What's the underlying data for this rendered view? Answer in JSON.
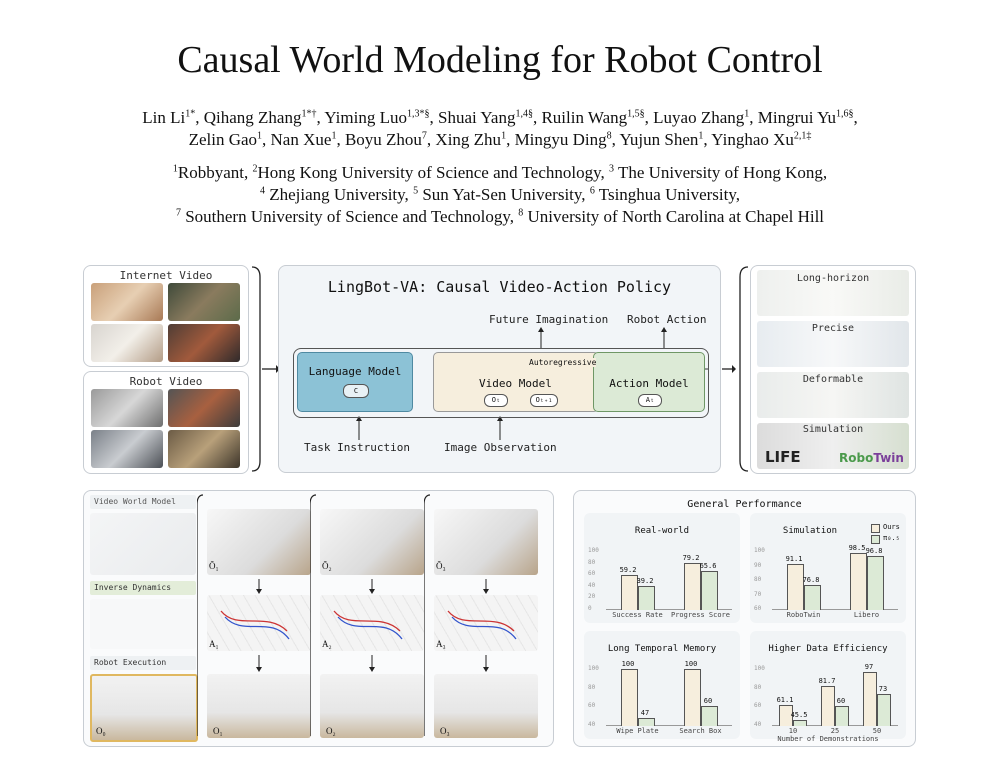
{
  "title": "Causal World Modeling for Robot Control",
  "authors": {
    "line1": [
      {
        "name": "Lin Li",
        "sup": "1*"
      },
      {
        "name": "Qihang Zhang",
        "sup": "1*†"
      },
      {
        "name": "Yiming Luo",
        "sup": "1,3*§"
      },
      {
        "name": "Shuai Yang",
        "sup": "1,4§"
      },
      {
        "name": "Ruilin Wang",
        "sup": "1,5§"
      },
      {
        "name": "Luyao Zhang",
        "sup": "1"
      },
      {
        "name": "Mingrui Yu",
        "sup": "1,6§"
      }
    ],
    "line2": [
      {
        "name": "Zelin Gao",
        "sup": "1"
      },
      {
        "name": "Nan Xue",
        "sup": "1"
      },
      {
        "name": "Boyu Zhou",
        "sup": "7"
      },
      {
        "name": "Xing Zhu",
        "sup": "1"
      },
      {
        "name": "Mingyu Ding",
        "sup": "8"
      },
      {
        "name": "Yujun Shen",
        "sup": "1"
      },
      {
        "name": "Yinghao Xu",
        "sup": "2,1‡"
      }
    ]
  },
  "affiliations": {
    "line1": [
      {
        "sup": "1",
        "name": "Robbyant, "
      },
      {
        "sup": "2",
        "name": "Hong Kong University of Science and Technology, "
      },
      {
        "sup": "3",
        "name": " The University of Hong Kong,"
      }
    ],
    "line2": [
      {
        "sup": "4",
        "name": " Zhejiang University, "
      },
      {
        "sup": "5",
        "name": " Sun Yat-Sen University, "
      },
      {
        "sup": "6",
        "name": " Tsinghua University,"
      }
    ],
    "line3": [
      {
        "sup": "7",
        "name": " Southern University of Science and Technology, "
      },
      {
        "sup": "8",
        "name": " University of North Carolina at Chapel Hill"
      }
    ]
  },
  "figure": {
    "internet_video": "Internet Video",
    "robot_video": "Robot Video",
    "policy_title": "LingBot-VA: Causal Video-Action Policy",
    "future_imagination": "Future Imagination",
    "robot_action": "Robot Action",
    "autoregressive": "Autoregressive",
    "language_model": "Language Model",
    "video_model": "Video Model",
    "action_model": "Action Model",
    "token_c": "C",
    "token_o": "Oₜ",
    "token_o_next": "Oₜ₊₁",
    "token_a": "Aₜ",
    "task_instruction": "Task Instruction",
    "image_observation": "Image Observation",
    "long_horizon": "Long-horizon",
    "precise": "Precise",
    "deformable": "Deformable",
    "simulation": "Simulation",
    "libero_logo": "LIFE",
    "robotwin_logo": [
      "Robo",
      "Twin"
    ],
    "video_world_model": "Video World Model",
    "inverse_dynamics": "Inverse Dynamics",
    "robot_execution": "Robot Execution",
    "frame_labels": [
      "Õ₁",
      "Õ₂",
      "Õ₃"
    ],
    "action_labels": [
      "A₁",
      "A₂",
      "A₃"
    ],
    "obs_labels": [
      "O₀",
      "O₁",
      "O₂",
      "O₃"
    ]
  },
  "performance": {
    "title": "General Performance",
    "legend": {
      "ours": "Ours",
      "pi": "π₀.₅"
    },
    "colors": {
      "ours": "#f6eedd",
      "pi": "#dcead6",
      "border": "#555555"
    }
  },
  "chart_data": [
    {
      "type": "bar",
      "title": "Real-world",
      "categories": [
        "Success Rate",
        "Progress Score"
      ],
      "series": [
        {
          "name": "Ours",
          "values": [
            59.2,
            79.2
          ]
        },
        {
          "name": "π₀.₅",
          "values": [
            39.2,
            65.6
          ]
        }
      ],
      "ylim": [
        0,
        100
      ],
      "yticks": [
        0,
        20,
        40,
        60,
        80,
        100
      ]
    },
    {
      "type": "bar",
      "title": "Simulation",
      "categories": [
        "RoboTwin",
        "Libero"
      ],
      "series": [
        {
          "name": "Ours",
          "values": [
            91.1,
            98.5
          ]
        },
        {
          "name": "π₀.₅",
          "values": [
            76.8,
            96.8
          ]
        }
      ],
      "ylim": [
        60,
        100
      ],
      "yticks": [
        60,
        70,
        80,
        90,
        100
      ]
    },
    {
      "type": "bar",
      "title": "Long Temporal Memory",
      "categories": [
        "Wipe Plate",
        "Search Box"
      ],
      "series": [
        {
          "name": "Ours",
          "values": [
            100,
            100
          ]
        },
        {
          "name": "π₀.₅",
          "values": [
            47,
            60
          ]
        }
      ],
      "ylim": [
        40,
        100
      ],
      "yticks": [
        40,
        60,
        80,
        100
      ]
    },
    {
      "type": "bar",
      "title": "Higher Data Efficiency",
      "categories": [
        "10",
        "25",
        "50"
      ],
      "series": [
        {
          "name": "Ours",
          "values": [
            61.1,
            81.7,
            97.0
          ]
        },
        {
          "name": "π₀.₅",
          "values": [
            45.5,
            60.0,
            73.0
          ]
        }
      ],
      "xlabel": "Number of Demonstrations",
      "ylim": [
        40,
        100
      ],
      "yticks": [
        40,
        60,
        80,
        100
      ]
    }
  ]
}
